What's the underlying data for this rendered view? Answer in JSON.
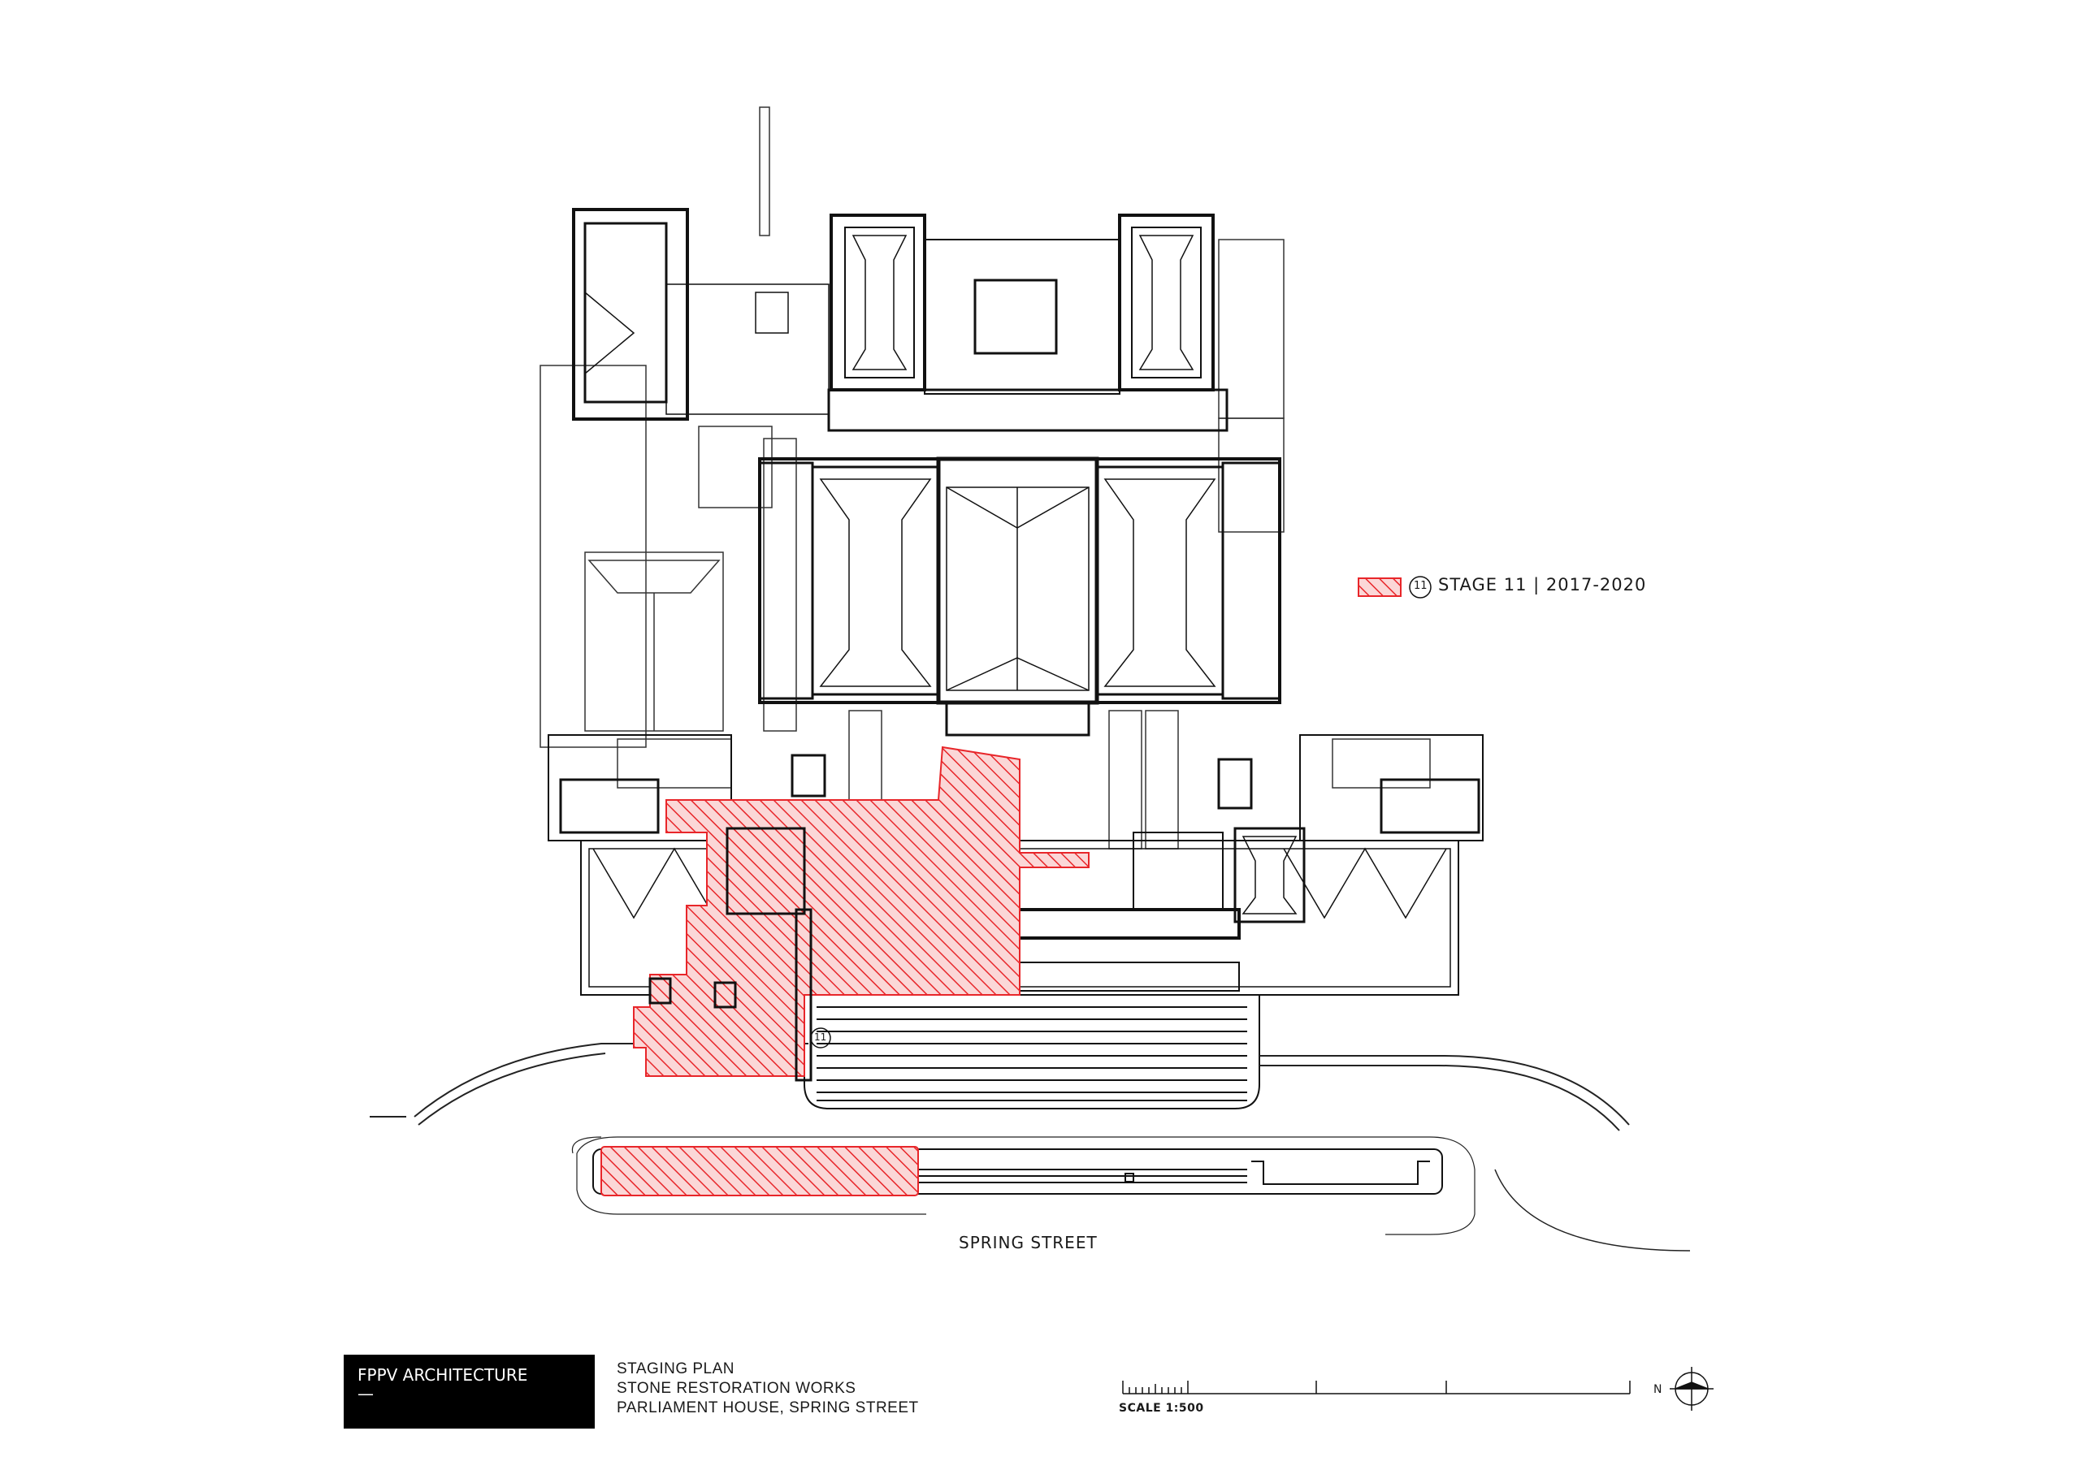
{
  "legend": {
    "stage_number": "11",
    "stage_text": "STAGE 11  | 2017-2020",
    "hatch_color": "#e8262a"
  },
  "plan": {
    "stage_marker": "11",
    "street_name": "SPRING STREET"
  },
  "title_block": {
    "firm_name": "FPPV  ARCHITECTURE",
    "firm_dash": "—",
    "line1": "STAGING PLAN",
    "line2": "STONE RESTORATION WORKS",
    "line3": "PARLIAMENT HOUSE, SPRING STREET",
    "scale_label": "SCALE 1:500",
    "north_label": "N"
  },
  "colors": {
    "linework": "#1a1a1a",
    "hatch": "#e8262a",
    "hatch_fill": "#f6b3b3"
  }
}
